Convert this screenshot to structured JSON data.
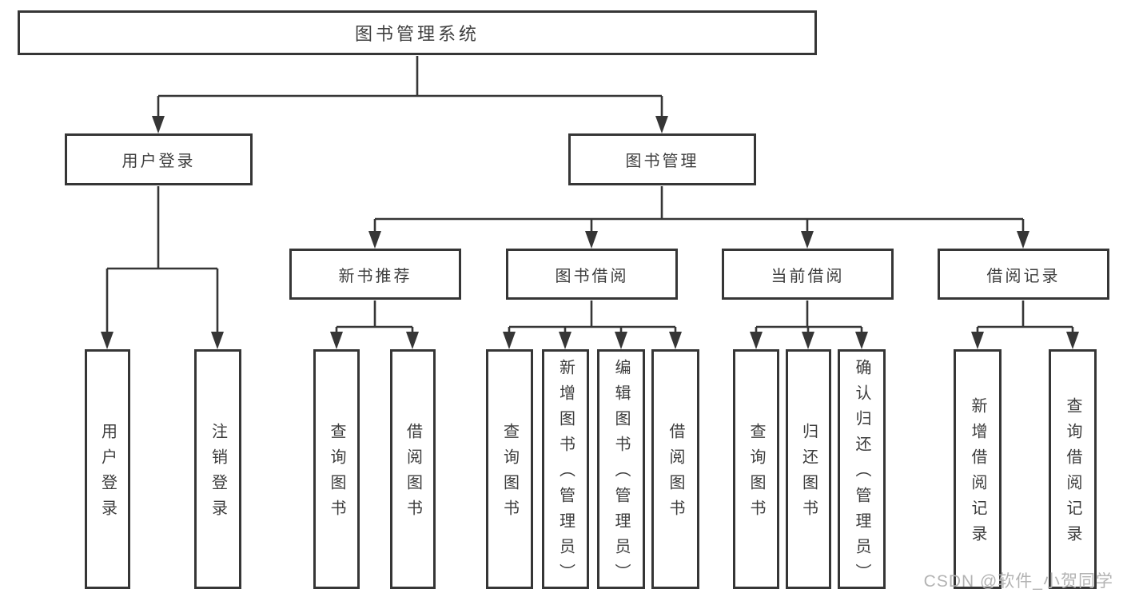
{
  "diagram": {
    "colors": {
      "line": "#363636",
      "text": "#3d3d3d",
      "background": "#ffffff",
      "watermark": "#b3b3b3"
    },
    "watermark": "CSDN @软件_小贺同学",
    "tree": {
      "root": {
        "label": "图书管理系统",
        "children": [
          {
            "label": "用户登录",
            "children": [
              {
                "label": "用户登录"
              },
              {
                "label": "注销登录"
              }
            ]
          },
          {
            "label": "图书管理",
            "children": [
              {
                "label": "新书推荐",
                "children": [
                  {
                    "label": "查询图书"
                  },
                  {
                    "label": "借阅图书"
                  }
                ]
              },
              {
                "label": "图书借阅",
                "children": [
                  {
                    "label": "查询图书"
                  },
                  {
                    "label": "新增图书（管理员）"
                  },
                  {
                    "label": "编辑图书（管理员）"
                  },
                  {
                    "label": "借阅图书"
                  }
                ]
              },
              {
                "label": "当前借阅",
                "children": [
                  {
                    "label": "查询图书"
                  },
                  {
                    "label": "归还图书"
                  },
                  {
                    "label": "确认归还（管理员）"
                  }
                ]
              },
              {
                "label": "借阅记录",
                "children": [
                  {
                    "label": "新增借阅记录"
                  },
                  {
                    "label": "查询借阅记录"
                  }
                ]
              }
            ]
          }
        ]
      }
    }
  }
}
